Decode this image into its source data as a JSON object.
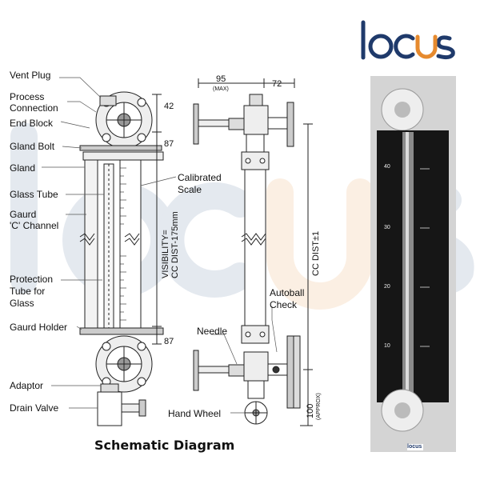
{
  "title": "Schematic Diagram",
  "labels": {
    "vent_plug": "Vent Plug",
    "process": "Process",
    "connection": "Connection",
    "end_block": "End Block",
    "gland_bolt": "Gland Bolt",
    "gland": "Gland",
    "glass_tube": "Glass Tube",
    "gaurd": "Gaurd",
    "c_channel": "'C' Channel",
    "protection": "Protection",
    "tube_for": "Tube for",
    "glass": "Glass",
    "gaurd_holder": "Gaurd Holder",
    "adaptor": "Adaptor",
    "drain_valve": "Drain Valve",
    "calibrated": "Calibrated",
    "scale": "Scale",
    "autoball": "Autoball",
    "check": "Check",
    "needle": "Needle",
    "hand_wheel": "Hand Wheel"
  },
  "dimensions": {
    "d42": "42",
    "d87_top": "87",
    "d87_bottom": "87",
    "d95": "95",
    "d95_note": "(MAX)",
    "d72": "72",
    "visibility": "VISIBILITY=",
    "cc_dist": "CC DIST-175mm",
    "cc_dist_tol": "CC DIST±1",
    "d100": "100",
    "d100_note": "(APPROX)"
  },
  "photo": {
    "ticks": [
      "40",
      "30",
      "20",
      "10"
    ],
    "logo_text": "locus"
  },
  "colors": {
    "brand_navy": "#1f3a6b",
    "brand_orange": "#e68a2e"
  }
}
